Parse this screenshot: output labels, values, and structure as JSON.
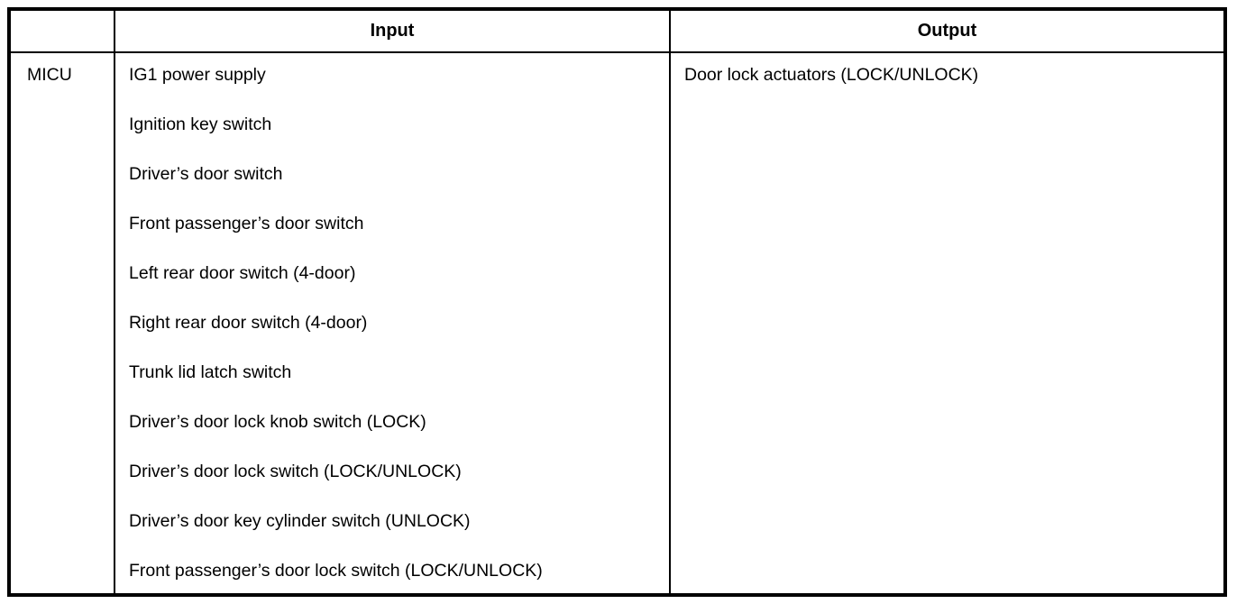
{
  "table": {
    "headers": {
      "component": "",
      "input": "Input",
      "output": "Output"
    },
    "rows": [
      {
        "label": "MICU",
        "inputs": [
          "IG1 power supply",
          "Ignition key switch",
          "Driver’s door switch",
          "Front passenger’s door switch",
          "Left rear door switch (4-door)",
          "Right rear door switch (4-door)",
          "Trunk lid latch switch",
          "Driver’s door lock knob switch (LOCK)",
          "Driver’s door lock switch (LOCK/UNLOCK)",
          "Driver’s door key cylinder switch (UNLOCK)",
          "Front passenger’s door lock switch (LOCK/UNLOCK)"
        ],
        "outputs": [
          "Door lock actuators (LOCK/UNLOCK)"
        ]
      }
    ]
  }
}
